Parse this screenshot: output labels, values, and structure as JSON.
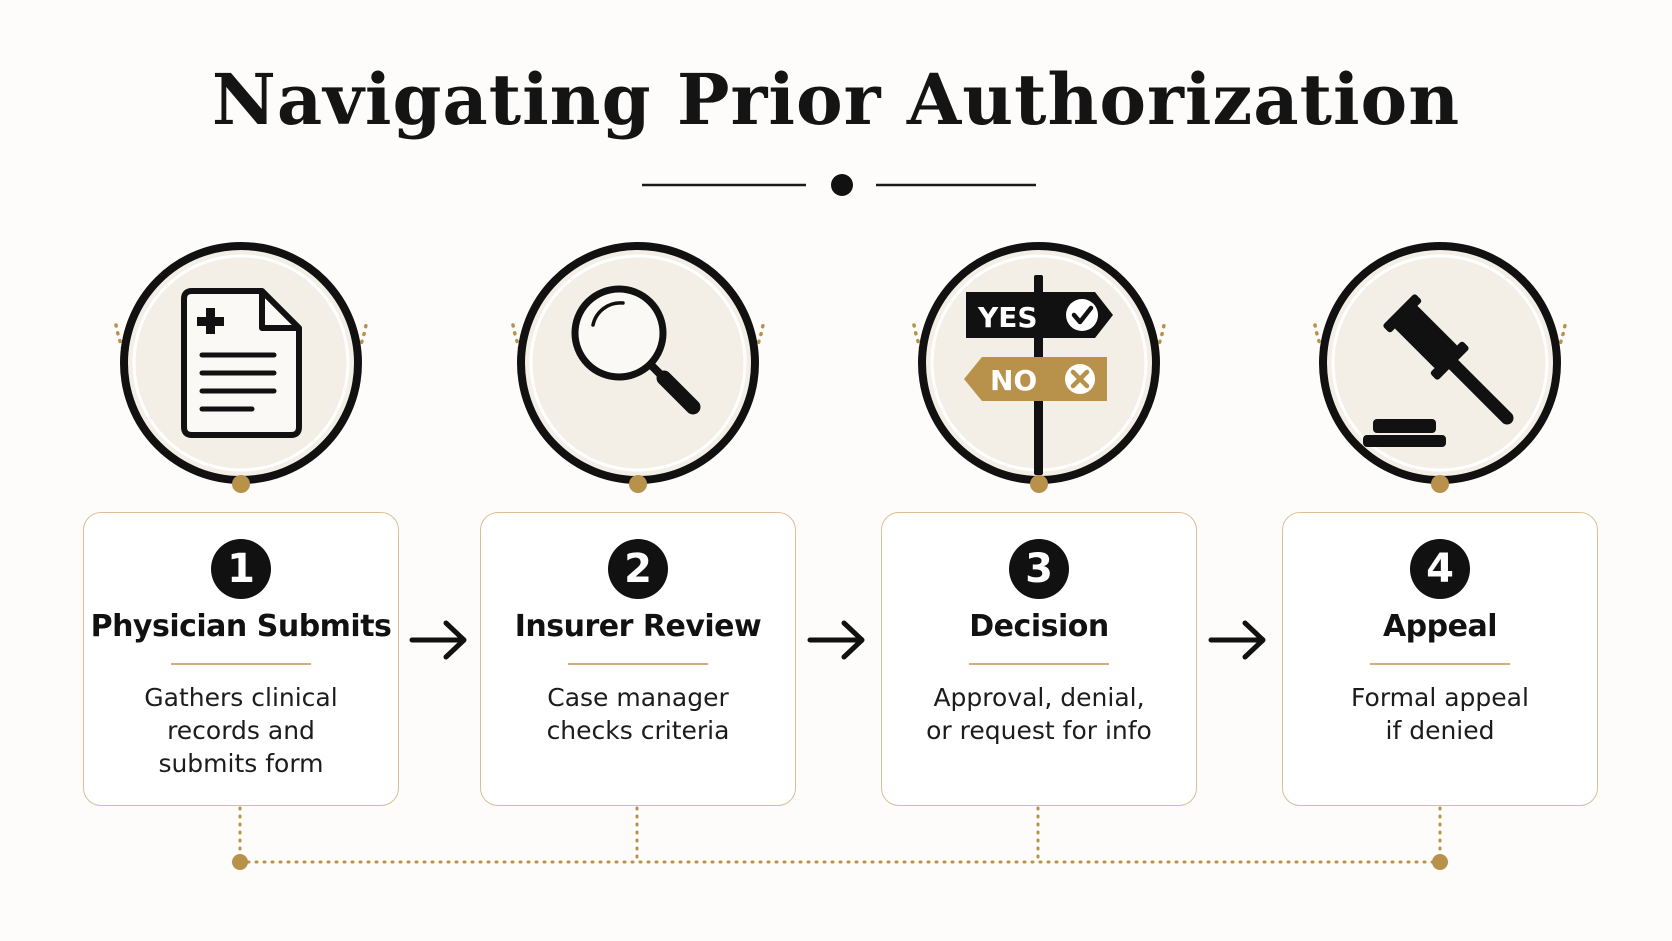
{
  "title": "Navigating Prior Authorization",
  "colors": {
    "accent": "#b8914a",
    "accent_light": "#d9bf95",
    "ink": "#111111",
    "icon_background": "#f3efe7"
  },
  "steps": [
    {
      "number": "1",
      "title": "Physician Submits",
      "description": "Gathers clinical\nrecords and\nsubmits form",
      "icon": "medical-document-icon"
    },
    {
      "number": "2",
      "title": "Insurer Review",
      "description": "Case manager\nchecks criteria",
      "icon": "magnifying-glass-icon"
    },
    {
      "number": "3",
      "title": "Decision",
      "description": "Approval, denial,\nor request for info",
      "icon": "yes-no-signpost-icon",
      "sign_yes": "YES",
      "sign_no": "NO"
    },
    {
      "number": "4",
      "title": "Appeal",
      "description": "Formal appeal\nif denied",
      "icon": "gavel-icon"
    }
  ],
  "arrows": [
    "arrow-right-icon",
    "arrow-right-icon",
    "arrow-right-icon"
  ]
}
